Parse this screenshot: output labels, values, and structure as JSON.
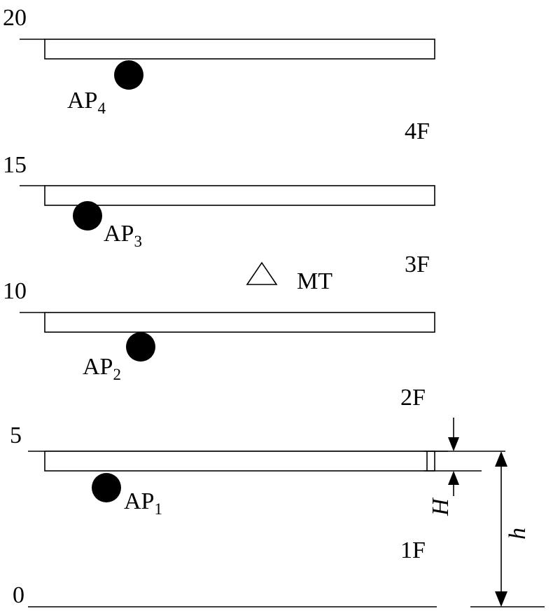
{
  "axis": {
    "ticks": [
      "0",
      "5",
      "10",
      "15",
      "20"
    ]
  },
  "floors": [
    "1F",
    "2F",
    "3F",
    "4F"
  ],
  "access_points": [
    {
      "base": "AP",
      "sub": "1"
    },
    {
      "base": "AP",
      "sub": "2"
    },
    {
      "base": "AP",
      "sub": "3"
    },
    {
      "base": "AP",
      "sub": "4"
    }
  ],
  "terminal": {
    "label": "MT"
  },
  "dimensions": {
    "slab_thickness": "H",
    "floor_height": "h"
  },
  "colors": {
    "ink": "#000000",
    "background": "#ffffff"
  }
}
